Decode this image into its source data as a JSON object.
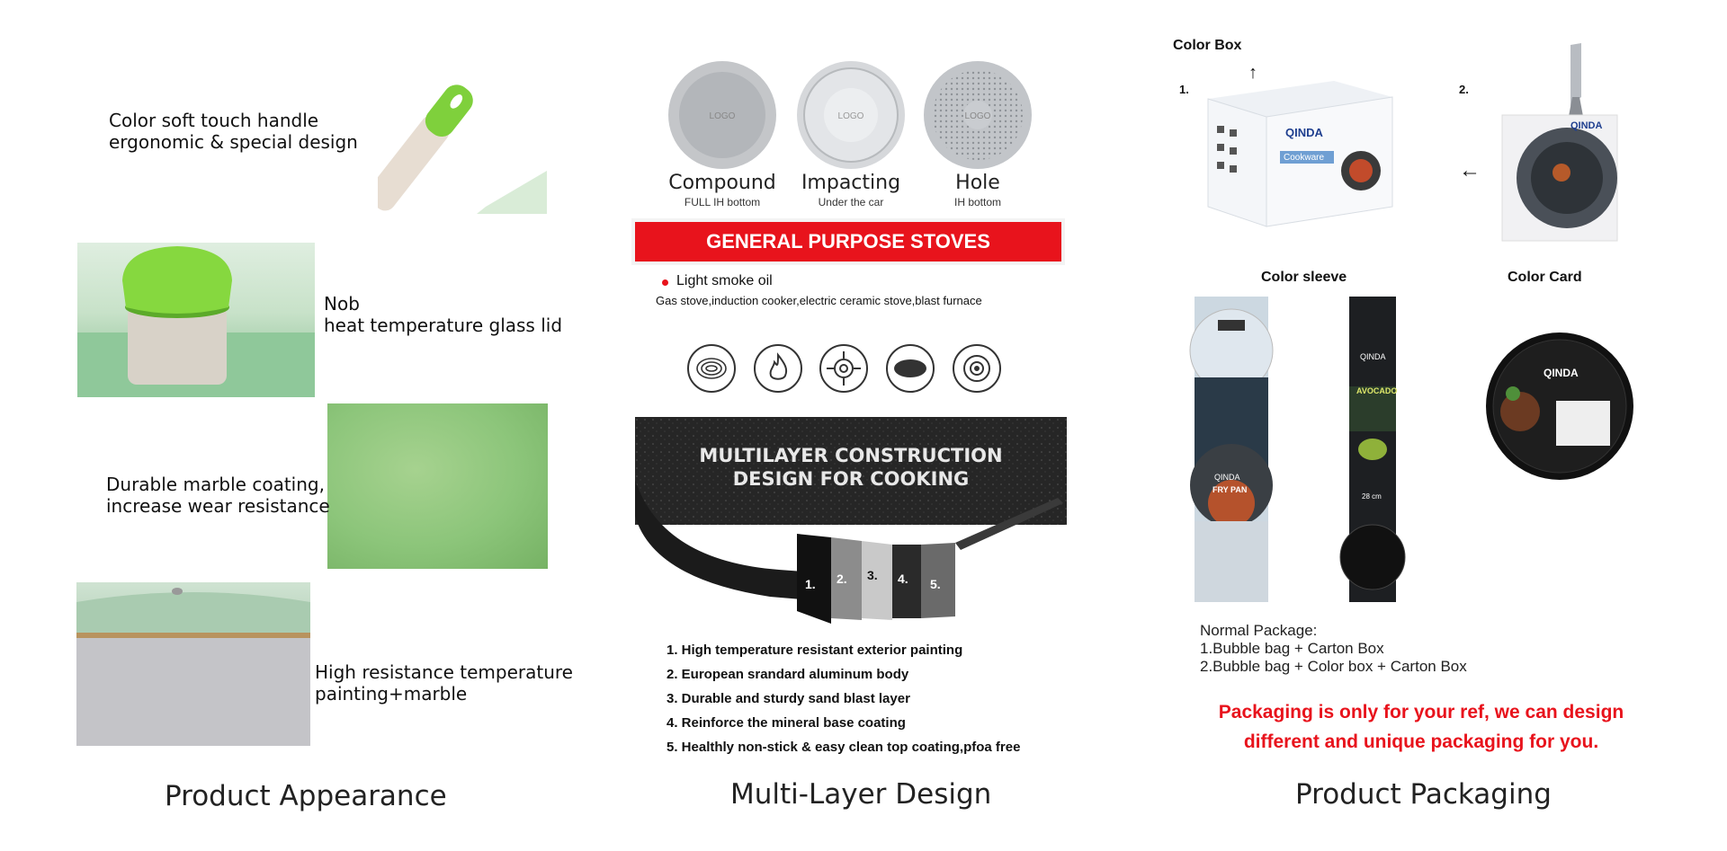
{
  "appearance": {
    "title": "Product Appearance",
    "handle_text": [
      "Color soft touch handle",
      "ergonomic & special design"
    ],
    "nob_text": [
      "Nob",
      "heat temperature glass lid"
    ],
    "marble_text": [
      "Durable marble coating,",
      "increase wear resistance"
    ],
    "painting_text": [
      "High resistance temperature",
      "painting+marble"
    ]
  },
  "multilayer": {
    "title": "Multi-Layer Design",
    "bottoms": [
      {
        "name": "Compound",
        "sub": "FULL IH bottom",
        "logo": "LOGO"
      },
      {
        "name": "Impacting",
        "sub": "Under the car",
        "logo": "LOGO"
      },
      {
        "name": "Hole",
        "sub": "IH bottom",
        "logo": "LOGO"
      }
    ],
    "banner": "GENERAL PURPOSE STOVES",
    "oil": "Light smoke oil",
    "stoves": "Gas stove,induction cooker,electric ceramic stove,blast furnace",
    "stove_icons": [
      "coil-stove-icon",
      "flame-icon",
      "gas-burner-icon",
      "ceramic-plate-icon",
      "induction-icon"
    ],
    "construction_title": [
      "MULTILAYER CONSTRUCTION",
      "DESIGN FOR COOKING"
    ],
    "layer_numbers": [
      "1.",
      "2.",
      "3.",
      "4.",
      "5."
    ],
    "layers": [
      "1. High temperature resistant exterior painting",
      "2. European srandard aluminum body",
      "3. Durable and sturdy sand blast layer",
      "4. Reinforce the mineral base coating",
      "5. Healthly non-stick & easy clean top coating,pfoa free"
    ]
  },
  "packaging": {
    "title": "Product Packaging",
    "color_box": "Color Box",
    "color_sleeve": "Color sleeve",
    "color_card": "Color Card",
    "num1": "1.",
    "num2": "2.",
    "brand": "QINDA",
    "box_text": "Cookware",
    "sleeve_product": "FRY PAN",
    "sleeve_product2": "AVOCADO",
    "sleeve_size": "28 cm",
    "normal_package": "Normal Package:",
    "options": [
      "1.Bubble bag + Carton Box",
      "2.Bubble bag + Color box + Carton Box"
    ],
    "note": [
      "Packaging is only for your ref, we can design",
      "different and unique packaging for you."
    ]
  },
  "colors": {
    "accent_red": "#e8131c",
    "handle_green": "#7fd03c"
  }
}
